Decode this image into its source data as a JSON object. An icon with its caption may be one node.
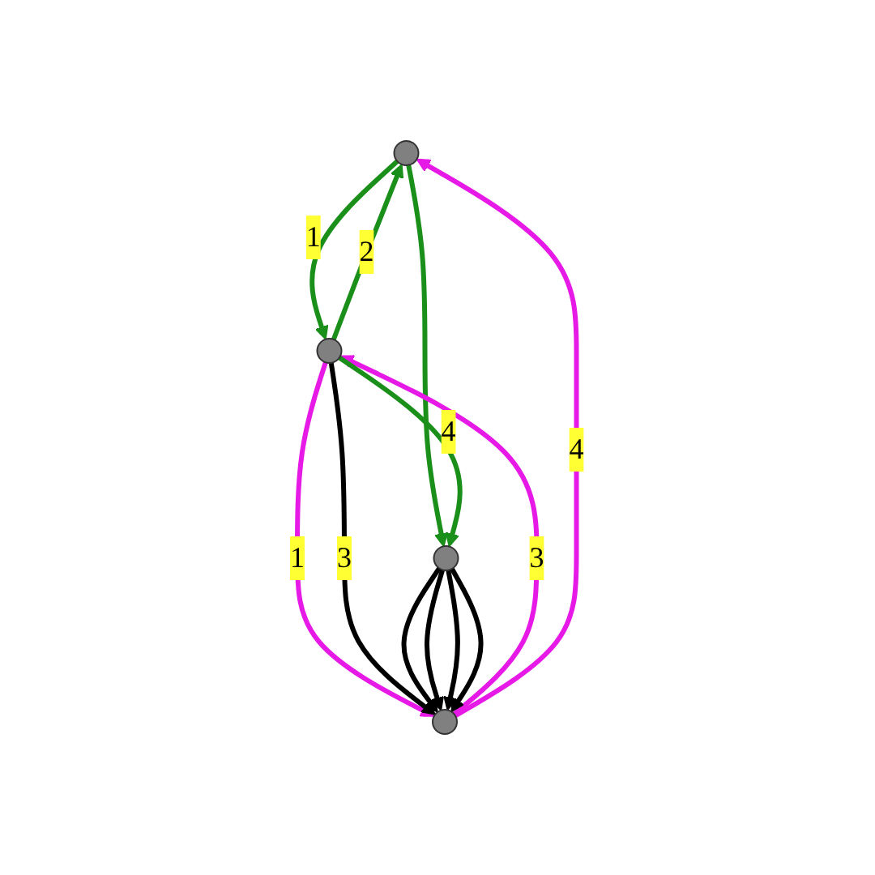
{
  "diagram": {
    "nodes": [
      {
        "text": [],
        "shape": "circle"
      },
      {
        "text": [],
        "shape": "circle"
      },
      {
        "text": [],
        "shape": "circle"
      },
      {
        "text": [],
        "shape": "circle"
      }
    ],
    "edges": [
      {
        "from": 1,
        "to": 0,
        "arrow": "to",
        "label": "2",
        "color": "#1a8f1a"
      },
      {
        "from": 0,
        "to": 1,
        "arrow": "to",
        "label": "1",
        "color": "#1a8f1a"
      },
      {
        "from": 0,
        "to": 3,
        "arrow": "to",
        "color": "#1a8f1a"
      },
      {
        "from": 1,
        "to": 2,
        "arrow": "to",
        "label": "1",
        "color": "#e619e6"
      },
      {
        "from": 1,
        "to": 2,
        "arrow": "to",
        "label": "3"
      },
      {
        "from": 2,
        "to": 1,
        "arrow": "to",
        "label": "3",
        "color": "#e619e6"
      },
      {
        "from": 2,
        "to": 0,
        "arrow": "to",
        "label": "4",
        "color": "#e619e6"
      },
      {
        "from": 1,
        "to": 3,
        "arrow": "to",
        "label": "4",
        "color": "#1a8f1a"
      },
      {
        "from": 3,
        "to": 2,
        "arrow": "to"
      },
      {
        "from": 3,
        "to": 2,
        "arrow": "to"
      },
      {
        "from": 3,
        "to": 2,
        "arrow": "to"
      },
      {
        "from": 3,
        "to": 2,
        "arrow": "to"
      }
    ]
  }
}
